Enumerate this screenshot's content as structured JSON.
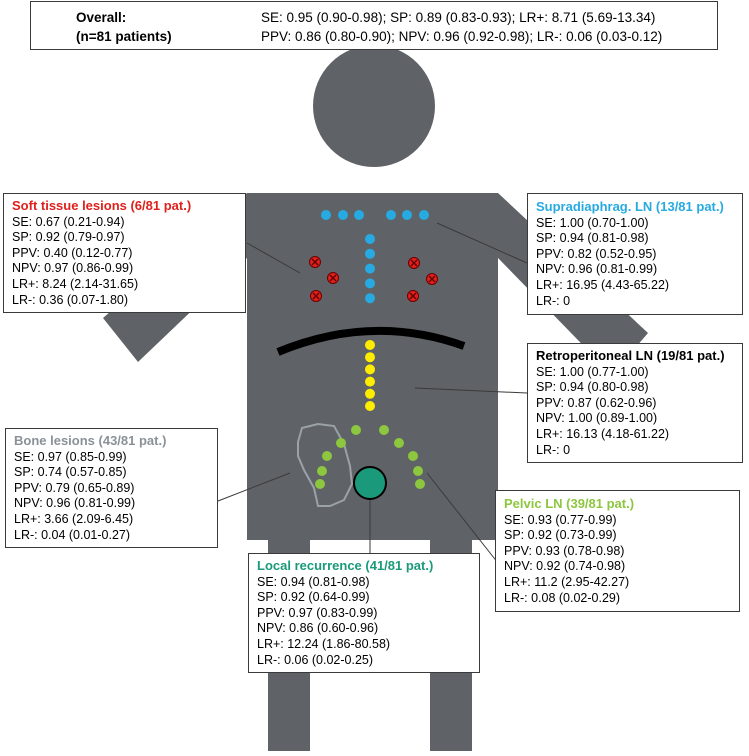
{
  "overall": {
    "label_line1": "Overall:",
    "label_line2": "(n=81 patients)",
    "line1": "SE: 0.95 (0.90-0.98); SP: 0.89 (0.83-0.93); LR+: 8.71 (5.69-13.34)",
    "line2": "PPV: 0.86 (0.80-0.90); NPV: 0.96 (0.92-0.98); LR-: 0.06 (0.03-0.12)"
  },
  "colors": {
    "body": "#5f6367",
    "soft_tissue": "#e0201b",
    "supradiaphragmatic": "#27aae1",
    "retroperitoneal": "#000000",
    "retro_dots": "#ffed00",
    "bone": "#8a9198",
    "pelvic": "#8dc63f",
    "local": "#1a9a7b"
  },
  "panels": {
    "soft": {
      "title": "Soft tissue lesions (6/81 pat.)",
      "stats": [
        "SE: 0.67 (0.21-0.94)",
        "SP: 0.92 (0.79-0.97)",
        "PPV: 0.40 (0.12-0.77)",
        "NPV: 0.97 (0.86-0.99)",
        "LR+: 8.24 (2.14-31.65)",
        "LR-: 0.36 (0.07-1.80)"
      ]
    },
    "supra": {
      "title": "Supradiaphrag. LN (13/81 pat.)",
      "stats": [
        "SE: 1.00 (0.70-1.00)",
        "SP: 0.94 (0.81-0.98)",
        "PPV: 0.82 (0.52-0.95)",
        "NPV: 0.96 (0.81-0.99)",
        "LR+: 16.95 (4.43-65.22)",
        "LR-: 0"
      ]
    },
    "retro": {
      "title": "Retroperitoneal LN (19/81 pat.)",
      "stats": [
        "SE: 1.00 (0.77-1.00)",
        "SP: 0.94 (0.80-0.98)",
        "PPV: 0.87 (0.62-0.96)",
        "NPV: 1.00 (0.89-1.00)",
        "LR+: 16.13 (4.18-61.22)",
        "LR-: 0"
      ]
    },
    "bone": {
      "title": "Bone lesions (43/81 pat.)",
      "stats": [
        "SE: 0.97 (0.85-0.99)",
        "SP: 0.74 (0.57-0.85)",
        "PPV: 0.79 (0.65-0.89)",
        "NPV: 0.96 (0.81-0.99)",
        "LR+: 3.66 (2.09-6.45)",
        "LR-: 0.04 (0.01-0.27)"
      ]
    },
    "pelvic": {
      "title": "Pelvic LN (39/81 pat.)",
      "stats": [
        "SE: 0.93 (0.77-0.99)",
        "SP: 0.92 (0.73-0.99)",
        "PPV: 0.93 (0.78-0.98)",
        "NPV: 0.92 (0.74-0.98)",
        "LR+: 11.2 (2.95-42.27)",
        "LR-: 0.08 (0.02-0.29)"
      ]
    },
    "local": {
      "title": "Local recurrence (41/81 pat.)",
      "stats": [
        "SE: 0.94 (0.81-0.98)",
        "SP: 0.92 (0.64-0.99)",
        "PPV: 0.97 (0.83-0.99)",
        "NPV: 0.86 (0.60-0.96)",
        "LR+: 12.24 (1.86-80.58)",
        "LR-: 0.06 (0.02-0.25)"
      ]
    }
  }
}
